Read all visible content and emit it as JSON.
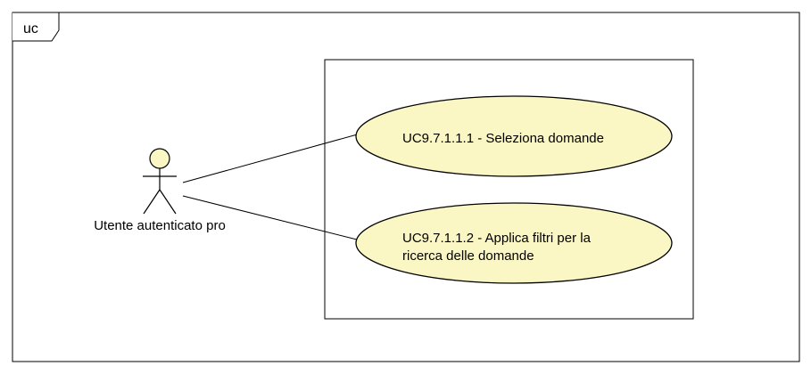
{
  "frame": {
    "label": "uc"
  },
  "actor": {
    "name": "Utente autenticato pro",
    "fill": "#fbf7c4"
  },
  "use_cases": [
    {
      "lines": [
        "UC9.7.1.1.1 - Seleziona domande"
      ]
    },
    {
      "lines": [
        "UC9.7.1.1.2 - Applica filtri per la",
        "ricerca delle domande"
      ]
    }
  ],
  "colors": {
    "usecase_fill": "#fbf7c4",
    "stroke": "#000000"
  }
}
